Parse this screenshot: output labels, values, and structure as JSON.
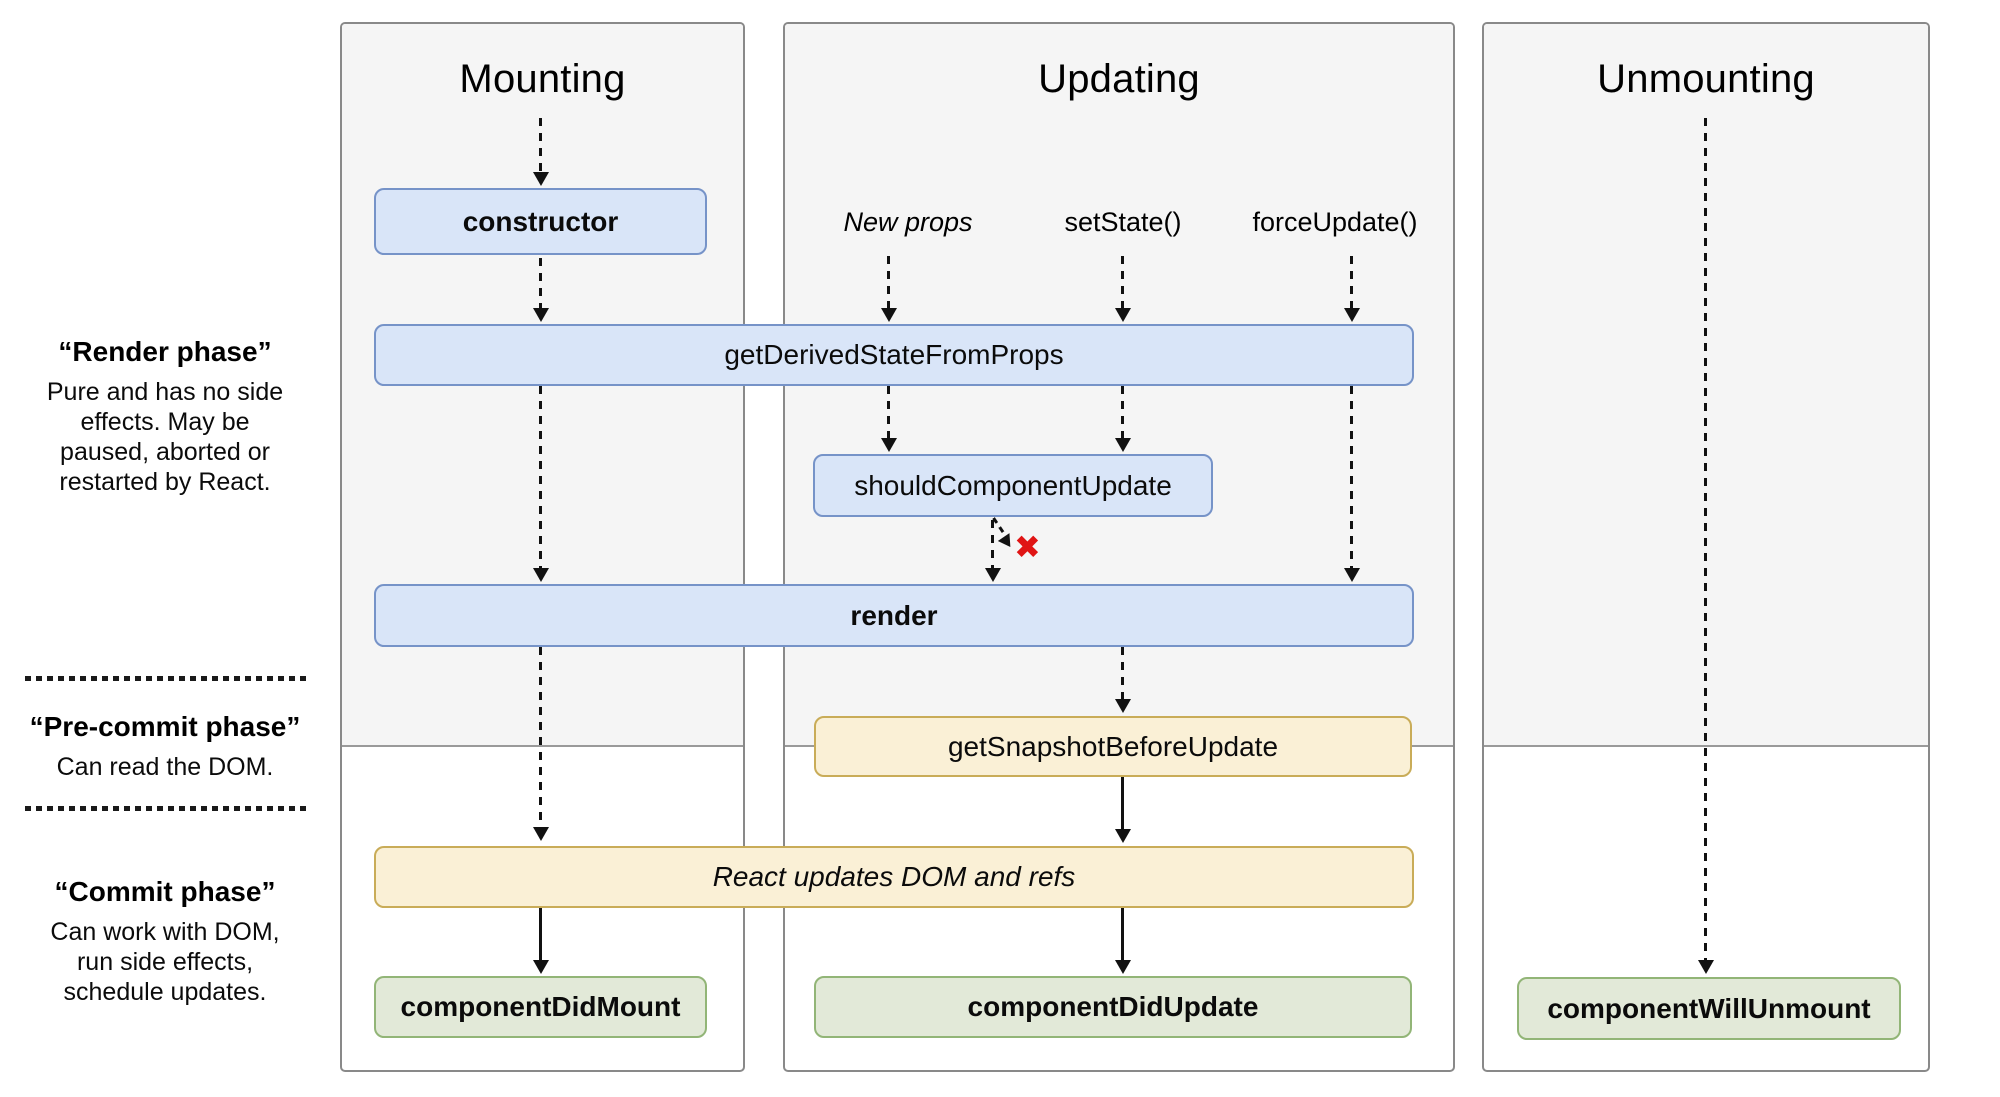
{
  "diagram": {
    "columns": {
      "mounting": "Mounting",
      "updating": "Updating",
      "unmounting": "Unmounting"
    },
    "triggers": {
      "new_props": "New props",
      "set_state": "setState()",
      "force_update": "forceUpdate()"
    },
    "methods": {
      "constructor": "constructor",
      "get_derived_state_from_props": "getDerivedStateFromProps",
      "should_component_update": "shouldComponentUpdate",
      "render": "render",
      "get_snapshot_before_update": "getSnapshotBeforeUpdate",
      "react_updates_dom": "React updates DOM and refs",
      "component_did_mount": "componentDidMount",
      "component_did_update": "componentDidUpdate",
      "component_will_unmount": "componentWillUnmount"
    },
    "phases": {
      "render": {
        "title": "“Render phase”",
        "lines": [
          "Pure and has no side",
          "effects. May be",
          "paused, aborted or",
          "restarted by React."
        ]
      },
      "pre_commit": {
        "title": "“Pre-commit phase”",
        "lines": [
          "Can read the DOM."
        ]
      },
      "commit": {
        "title": "“Commit phase”",
        "lines": [
          "Can work with DOM,",
          "run side effects,",
          "schedule updates."
        ]
      }
    },
    "icons": {
      "cancel_x": "✖"
    },
    "colors": {
      "panel_bg": "#f5f5f5",
      "panel_border": "#898989",
      "box_blue_bg": "#d9e5f8",
      "box_blue_border": "#7693c8",
      "box_yellow_bg": "#faf0d6",
      "box_yellow_border": "#c9ac58",
      "box_green_bg": "#e2e9d8",
      "box_green_border": "#92b577",
      "arrow": "#111111",
      "cancel_red": "#e01414"
    }
  }
}
